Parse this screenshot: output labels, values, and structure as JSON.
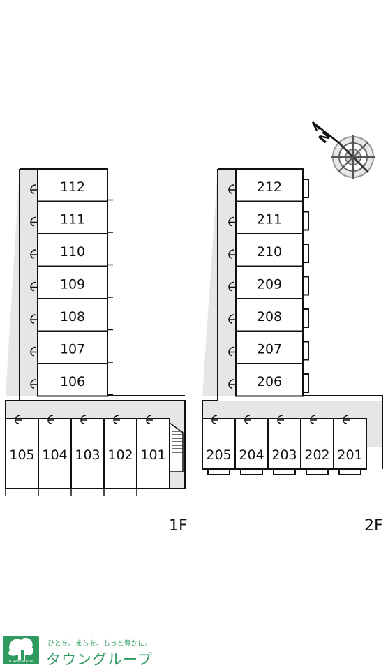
{
  "floor1": {
    "label": "1F",
    "stack_units": [
      "112",
      "111",
      "110",
      "109",
      "108",
      "107",
      "106"
    ],
    "row_units": [
      "105",
      "104",
      "103",
      "102",
      "101"
    ]
  },
  "floor2": {
    "label": "2F",
    "stack_units": [
      "212",
      "211",
      "210",
      "209",
      "208",
      "207",
      "206"
    ],
    "row_units": [
      "205",
      "204",
      "203",
      "202",
      "201"
    ]
  },
  "compass": {
    "direction": "N",
    "icon": "compass-rose-icon"
  },
  "brand": {
    "tagline": "ひとを、まちを、もっと豊かに。",
    "name": "タウングループ",
    "badge": "TOWN GROUP",
    "color": "#2e9a60"
  },
  "colors": {
    "corridor": "#e6e6e6",
    "line": "#111111"
  }
}
